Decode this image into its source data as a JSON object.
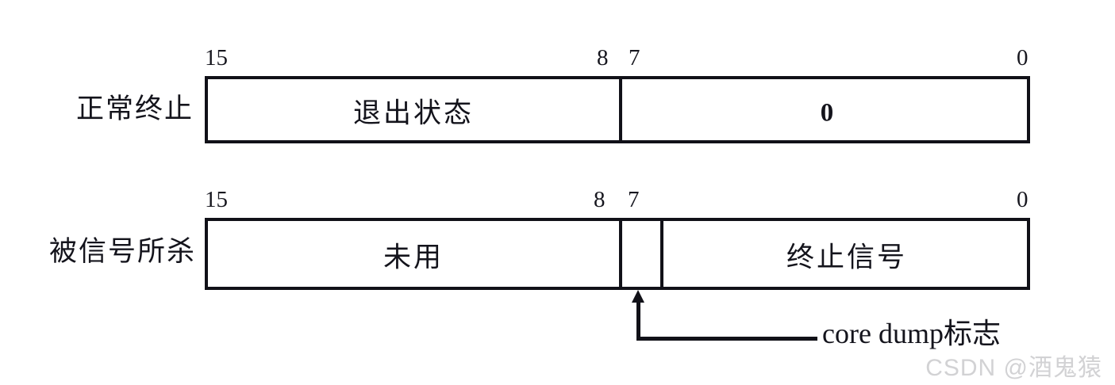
{
  "diagram": {
    "title": "wait status word bit layout",
    "bit_labels": {
      "high": "15",
      "mid_high": "8",
      "mid_low": "7",
      "low": "0"
    },
    "rows": [
      {
        "label": "正常终止",
        "cells": [
          {
            "name": "exit-status",
            "text": "退出状态",
            "bits": "15-8",
            "bold": false
          },
          {
            "name": "zero-byte",
            "text": "0",
            "bits": "7-0",
            "bold": true
          }
        ]
      },
      {
        "label": "被信号所杀",
        "cells": [
          {
            "name": "unused",
            "text": "未用",
            "bits": "15-8",
            "bold": false
          },
          {
            "name": "core-dump-bit",
            "text": "",
            "bits": "7",
            "bold": false
          },
          {
            "name": "termination-signal",
            "text": "终止信号",
            "bits": "6-0",
            "bold": false
          }
        ]
      }
    ],
    "annotation": {
      "text": "core dump标志",
      "points_to": "core-dump-bit"
    }
  },
  "watermark": {
    "text": "CSDN @酒鬼猿"
  },
  "colors": {
    "ink": "#111118",
    "background": "#ffffff",
    "watermark": "#d2d2d4"
  }
}
